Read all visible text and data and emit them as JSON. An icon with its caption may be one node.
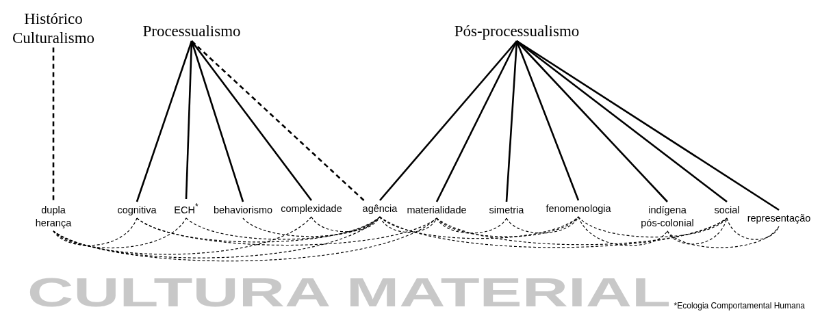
{
  "diagram": {
    "nodes": [
      {
        "text": [
          "Histórico Culturalismo"
        ]
      },
      {
        "text": [
          "Processualismo"
        ]
      },
      {
        "text": [
          "Pós-processualismo"
        ]
      },
      {
        "text": [
          "dupla herança"
        ]
      },
      {
        "text": [
          "cognitiva"
        ]
      },
      {
        "text": [
          "ECH$^{*}$"
        ]
      },
      {
        "text": [
          "behaviorismo"
        ]
      },
      {
        "text": [
          "complexidade"
        ]
      },
      {
        "text": [
          "agência"
        ]
      },
      {
        "text": [
          "materialidade"
        ]
      },
      {
        "text": [
          "simetria"
        ]
      },
      {
        "text": [
          "fenomenologia"
        ]
      },
      {
        "text": [
          "indígena pós-colonial"
        ]
      },
      {
        "text": [
          "social"
        ]
      },
      {
        "text": [
          "representação"
        ]
      }
    ],
    "edges": [
      {
        "from": 0,
        "to": 3,
        "arrow": "none",
        "style": "dashed"
      },
      {
        "from": 1,
        "to": 4,
        "arrow": "none"
      },
      {
        "from": 1,
        "to": 5,
        "arrow": "none"
      },
      {
        "from": 1,
        "to": 6,
        "arrow": "none"
      },
      {
        "from": 1,
        "to": 7,
        "arrow": "none"
      },
      {
        "from": 1,
        "to": 8,
        "arrow": "none",
        "style": "dashed"
      },
      {
        "from": 2,
        "to": 8,
        "arrow": "none"
      },
      {
        "from": 2,
        "to": 9,
        "arrow": "none"
      },
      {
        "from": 2,
        "to": 10,
        "arrow": "none"
      },
      {
        "from": 2,
        "to": 11,
        "arrow": "none"
      },
      {
        "from": 2,
        "to": 12,
        "arrow": "none"
      },
      {
        "from": 2,
        "to": 13,
        "arrow": "none"
      },
      {
        "from": 2,
        "to": 14,
        "arrow": "none"
      },
      {
        "from": 3,
        "to": 4,
        "arrow": "none",
        "style": "dashed"
      },
      {
        "from": 3,
        "to": 5,
        "arrow": "none",
        "style": "dashed"
      },
      {
        "from": 3,
        "to": 8,
        "arrow": "none",
        "style": "dashed"
      },
      {
        "from": 3,
        "to": 9,
        "arrow": "none",
        "style": "dashed"
      },
      {
        "from": 4,
        "to": 8,
        "arrow": "none",
        "style": "dashed"
      },
      {
        "from": 4,
        "to": 9,
        "arrow": "none",
        "style": "dashed"
      },
      {
        "from": 5,
        "to": 8,
        "arrow": "none",
        "style": "dashed"
      },
      {
        "from": 6,
        "to": 8,
        "arrow": "none",
        "style": "dashed"
      },
      {
        "from": 7,
        "to": 3,
        "arrow": "none",
        "style": "dashed"
      },
      {
        "from": 7,
        "to": 8,
        "arrow": "none",
        "style": "dashed"
      },
      {
        "from": 8,
        "to": 9,
        "arrow": "none",
        "style": "dashed"
      },
      {
        "from": 8,
        "to": 11,
        "arrow": "none",
        "style": "dashed"
      },
      {
        "from": 8,
        "to": 13,
        "arrow": "none",
        "style": "dashed"
      },
      {
        "from": 9,
        "to": 10,
        "arrow": "none",
        "style": "dashed"
      },
      {
        "from": 9,
        "to": 11,
        "arrow": "none",
        "style": "dashed"
      },
      {
        "from": 9,
        "to": 13,
        "arrow": "none",
        "style": "dashed"
      },
      {
        "from": 10,
        "to": 11,
        "arrow": "none",
        "style": "dashed"
      },
      {
        "from": 11,
        "to": 12,
        "arrow": "none",
        "style": "dashed"
      },
      {
        "from": 11,
        "to": 13,
        "arrow": "none",
        "style": "dashed"
      },
      {
        "from": 12,
        "to": 13,
        "arrow": "none",
        "style": "dashed"
      },
      {
        "from": 12,
        "to": 14,
        "arrow": "none",
        "style": "dashed"
      },
      {
        "from": 13,
        "to": 14,
        "arrow": "none",
        "style": "dashed"
      }
    ],
    "labels": [
      "CULTURA MATERIAL",
      "*Ecologia Comportamental Humana"
    ]
  }
}
